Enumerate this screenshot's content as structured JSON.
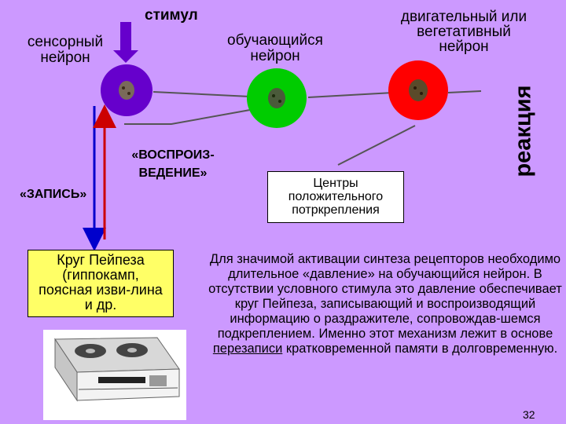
{
  "labels": {
    "stimulus": "стимул",
    "sensory_neuron": "сенсорный\nнейрон",
    "learning_neuron": "обучающийся\nнейрон",
    "motor_neuron": "двигательный или\nвегетативный\nнейрон",
    "reaction": "реакция",
    "reproduction": "«ВОСПРОИЗ-\nВЕДЕНИЕ»",
    "record": "«ЗАПИСЬ»",
    "reinforcement_centers": "Центры\nположительного\nпотркрепления",
    "papez_circle": "Круг Пейпеза\n(гиппокамп,\nпоясная изви-лина\nи др."
  },
  "paragraph": {
    "before_link": "Для значимой активации синтеза рецепторов необходимо длительное «давление» на обучающийся нейрон. В отсутствии условного стимула это давление обеспечивает круг Пейпеза, записывающий и воспроизводящий информацию о раздражителе, сопровождав-шемся подкреплением. Именно этот механизм лежит в основе ",
    "link": "перезаписи",
    "after_link": " кратковременной памяти в долговременную."
  },
  "page_number": "32",
  "colors": {
    "background": "#cc99ff",
    "sensory_neuron": "#6600cc",
    "learning_neuron": "#00cc00",
    "motor_neuron": "#ff0000",
    "record_arrow": "#0000cc",
    "reproduction_arrow": "#cc0000",
    "papez_box": "#ffff66"
  },
  "icons": {
    "tape_recorder": "tape-recorder-icon"
  }
}
